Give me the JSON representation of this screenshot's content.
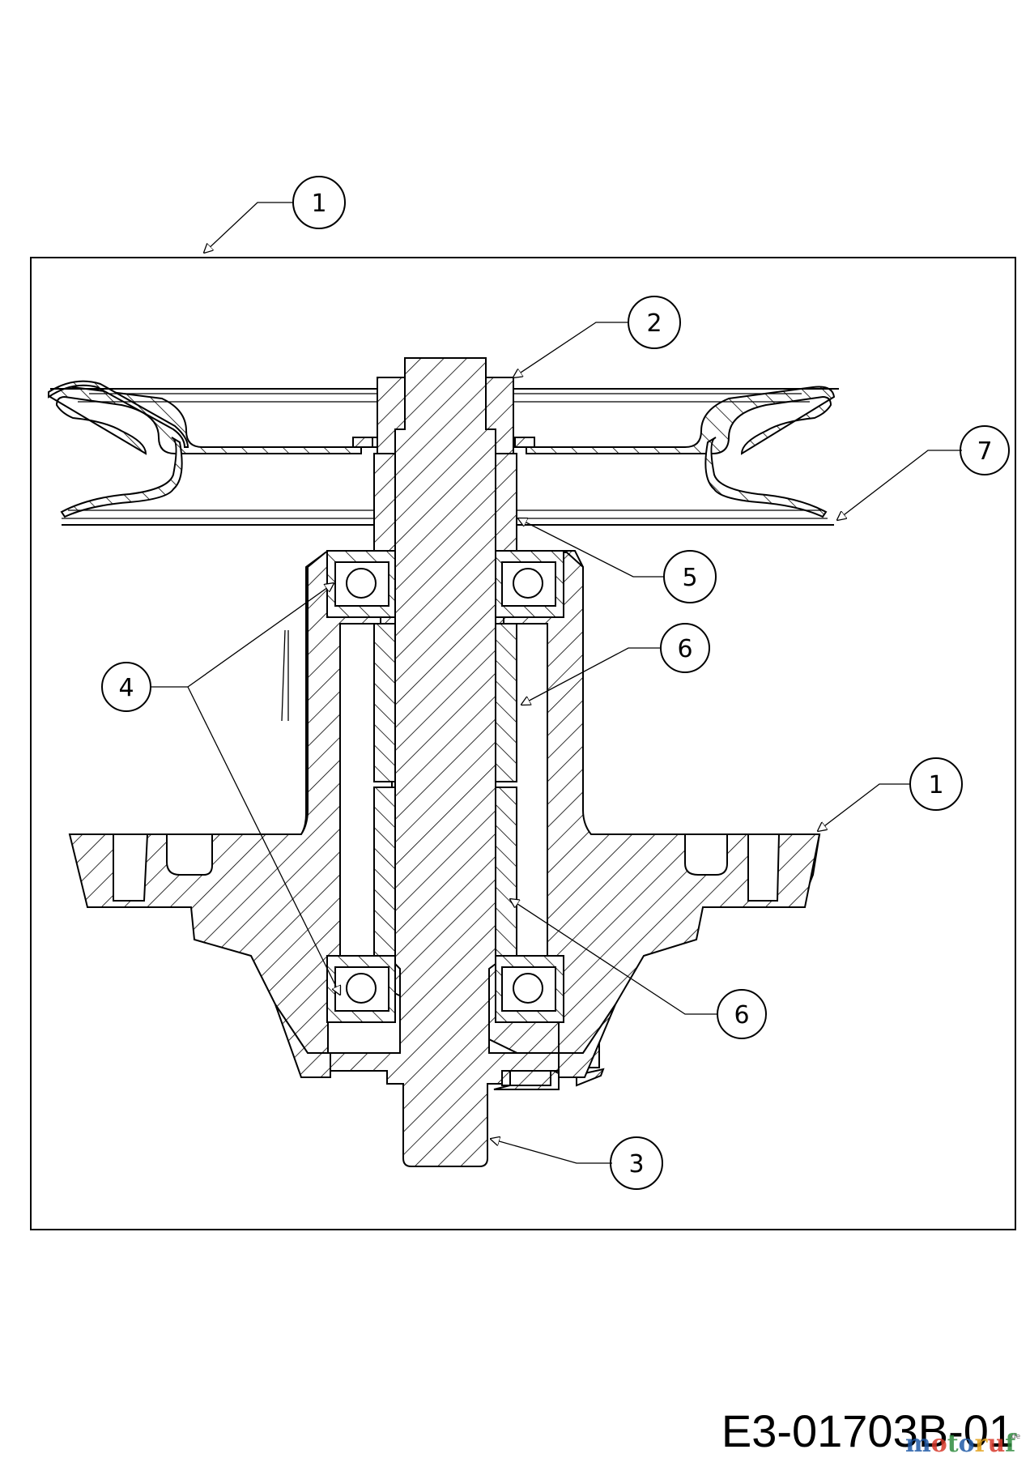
{
  "diagram": {
    "callouts": [
      {
        "id": "c1-top",
        "label": "1"
      },
      {
        "id": "c2",
        "label": "2"
      },
      {
        "id": "c7",
        "label": "7"
      },
      {
        "id": "c5",
        "label": "5"
      },
      {
        "id": "c6-top",
        "label": "6"
      },
      {
        "id": "c4",
        "label": "4"
      },
      {
        "id": "c1-right",
        "label": "1"
      },
      {
        "id": "c6-bottom",
        "label": "6"
      },
      {
        "id": "c3",
        "label": "3"
      }
    ],
    "drawing_code": "E3-01703B-01",
    "watermark": {
      "brand": "motoruf",
      "suffix": ".de",
      "letter_colors": [
        "#1f5aa6",
        "#d8392b",
        "#2e8b3e",
        "#1f5aa6",
        "#e3a21a",
        "#d8392b",
        "#2e8b3e"
      ]
    }
  }
}
